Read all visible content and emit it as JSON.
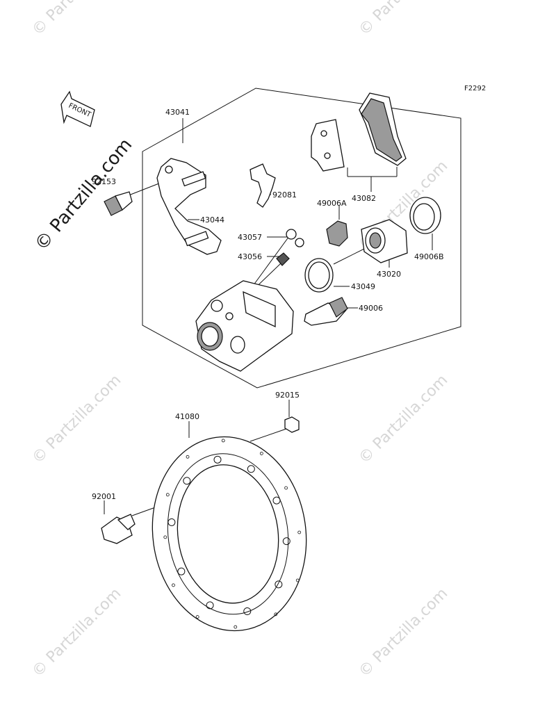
{
  "figure_code": "F2292",
  "front_label": "FRONT",
  "watermark_main": "© Partzilla.com",
  "watermark_faint": "© Partzilla.com",
  "parts": {
    "caliper_assembly": "43041",
    "bolt_caliper": "92153",
    "bracket": "43044",
    "pad_spring": "92081",
    "pads": "43082",
    "boot_a": "49006A",
    "bleeder_cap": "43057",
    "bleeder_valve": "43056",
    "piston": "43020",
    "dust_seal_b": "49006B",
    "piston_seal": "43049",
    "pin": "49006",
    "nut": "92015",
    "disc": "41080",
    "disc_bolt": "92001"
  }
}
